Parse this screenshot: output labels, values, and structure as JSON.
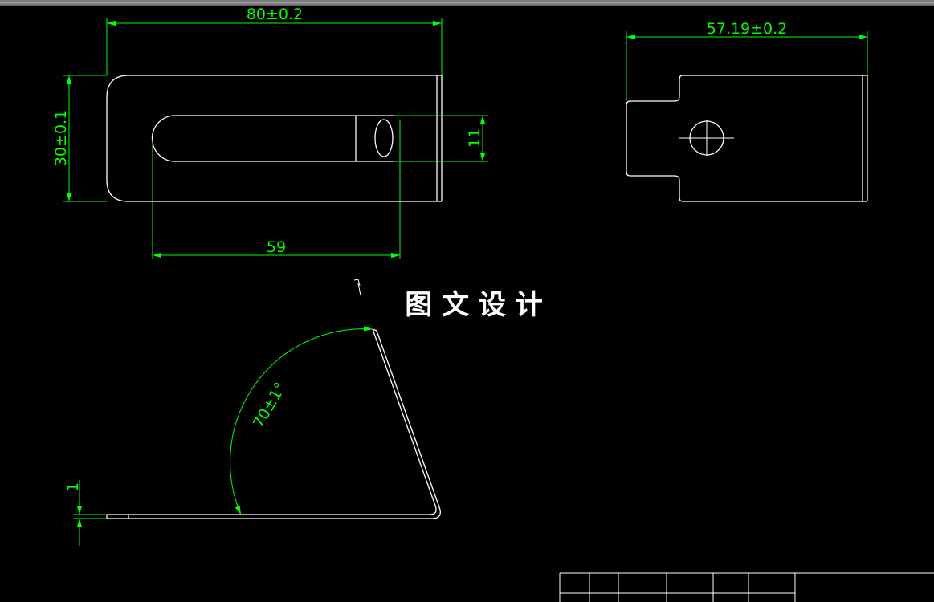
{
  "drawing": {
    "watermark": "图 文 设 计",
    "dimensions": {
      "top_width": "80±0.2",
      "height": "30±0.1",
      "slot_length": "59",
      "slot_width": "11",
      "side_width": "57.19±0.2",
      "bend_angle": "70±1°",
      "thickness": "1"
    }
  },
  "colors": {
    "background": "#000000",
    "geometry": "#ffffff",
    "dimension": "#00ff00"
  }
}
